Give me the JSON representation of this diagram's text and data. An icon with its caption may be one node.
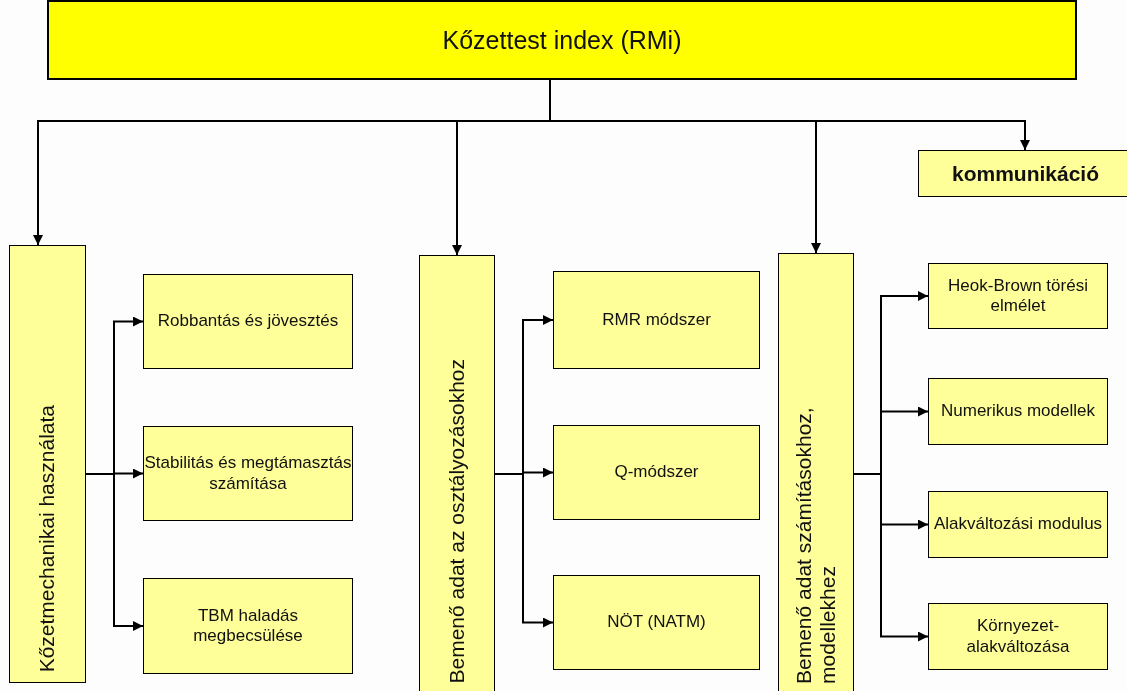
{
  "diagram": {
    "nodes": [
      {
        "text": [
          "Kőzettest index (RMi)"
        ]
      },
      {
        "text": [
          "Kőzetmechanikai használata"
        ]
      },
      {
        "text": [
          "Robbantás és jövesztés"
        ]
      },
      {
        "text": [
          "Stabilitás és megtámasztás számítása"
        ]
      },
      {
        "text": [
          "TBM haladás megbecsülése"
        ]
      },
      {
        "text": [
          "Bemenő adat az osztályozásokhoz"
        ]
      },
      {
        "text": [
          "RMR módszer"
        ]
      },
      {
        "text": [
          "Q-módszer"
        ]
      },
      {
        "text": [
          "NÖT (NATM)"
        ]
      },
      {
        "text": [
          "Bemenő adat számításokhoz, modellekhez"
        ]
      },
      {
        "text": [
          "Heok-Brown törési elmélet"
        ]
      },
      {
        "text": [
          "Numerikus modellek"
        ]
      },
      {
        "text": [
          "Alakváltozási modulus"
        ]
      },
      {
        "text": [
          "Környezet-alakváltozása"
        ]
      },
      {
        "text": [
          "kommunikáció"
        ]
      }
    ],
    "edges": [
      {
        "from": 0,
        "to": 1,
        "arrow": "to"
      },
      {
        "from": 0,
        "to": 5,
        "arrow": "to"
      },
      {
        "from": 0,
        "to": 9,
        "arrow": "to"
      },
      {
        "from": 0,
        "to": 14,
        "arrow": "to"
      },
      {
        "from": 1,
        "to": 2,
        "arrow": "to"
      },
      {
        "from": 1,
        "to": 3,
        "arrow": "to"
      },
      {
        "from": 1,
        "to": 4,
        "arrow": "to"
      },
      {
        "from": 5,
        "to": 6,
        "arrow": "to"
      },
      {
        "from": 5,
        "to": 7,
        "arrow": "to"
      },
      {
        "from": 5,
        "to": 8,
        "arrow": "to"
      },
      {
        "from": 9,
        "to": 10,
        "arrow": "to"
      },
      {
        "from": 9,
        "to": 11,
        "arrow": "to"
      },
      {
        "from": 9,
        "to": 12,
        "arrow": "to"
      },
      {
        "from": 9,
        "to": 13,
        "arrow": "to"
      }
    ]
  }
}
